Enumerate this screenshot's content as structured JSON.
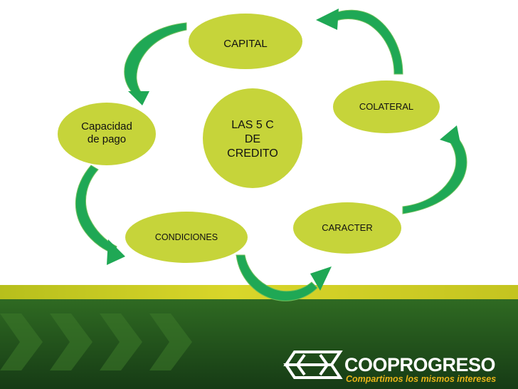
{
  "diagram": {
    "center": {
      "lines": [
        "LAS 5 C",
        "DE",
        "CREDITO"
      ]
    },
    "nodes": {
      "capital": "CAPITAL",
      "colateral": "COLATERAL",
      "caracter": "CARACTER",
      "condiciones": "CONDICIONES",
      "capacidad": [
        "Capacidad",
        "de pago"
      ]
    }
  },
  "footer": {
    "brand": "COOPROGRESO",
    "slogan": "Compartimos los mismos intereses"
  },
  "colors": {
    "node_fill": "#c6d43a",
    "arrow": "#1fa855",
    "footer_green": "#1e4d1c",
    "footer_yellow": "#c8cc22",
    "slogan": "#e8b418"
  }
}
